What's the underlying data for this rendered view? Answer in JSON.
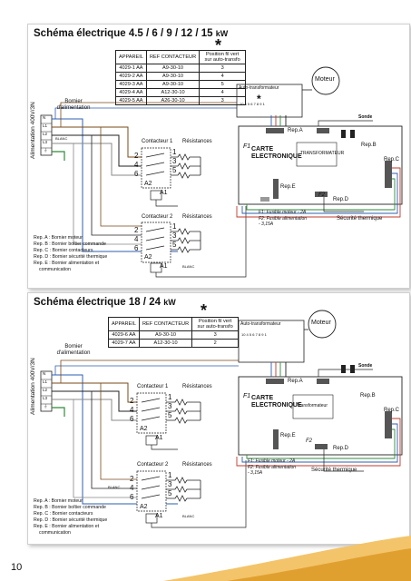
{
  "page_number": "10",
  "colors": {
    "red": "#c0392b",
    "blue": "#2e5fb0",
    "green": "#2f8a3a",
    "brown": "#7a4a1a",
    "gold": "#e0a030",
    "orange": "#f0b040"
  },
  "diagram1": {
    "title": "Schéma électrique 4.5 / 6 / 9 / 12 / 15",
    "title_unit": "kW",
    "star": "*",
    "table_headers": [
      "APPAREIL",
      "REF CONTACTEUR",
      "Position fil vert sur auto-transfo"
    ],
    "table_rows": [
      [
        "4029-1 AA",
        "A9-30-10",
        "3"
      ],
      [
        "4029-2 AA",
        "A9-30-10",
        "4"
      ],
      [
        "4029-3 AA",
        "A9-30-10",
        "5"
      ],
      [
        "4029-4 AA",
        "A12-30-10",
        "4"
      ],
      [
        "4029-5 AA",
        "A26-30-10",
        "3"
      ]
    ],
    "autotransfo_label": "Auto-transformateur",
    "autotransfo_taps": "10 4 5 6 7 8 9 1",
    "moteur": "Moteur",
    "sonde": "Sonde",
    "alim_label": "Alimentation 400V/3N",
    "bornier_label": "Bornier d'alimentation",
    "terminals": [
      "N",
      "L1",
      "L2",
      "L3",
      "⏚"
    ],
    "blanc": "BLANC",
    "contacteur1": "Contacteur 1",
    "contacteur2": "Contacteur 2",
    "resistances": "Résistances",
    "coil_a1": "A1",
    "coil_a2": "A2",
    "pins_left": [
      "2",
      "4",
      "6"
    ],
    "pins_right": [
      "1",
      "3",
      "5"
    ],
    "carte": "CARTE\nELECTRONIQUE",
    "f1": "F1",
    "f2": "F2",
    "rep_a": "Rep.A",
    "rep_b": "Rep.B",
    "rep_c": "Rep.C",
    "rep_d": "Rep.D",
    "rep_e": "Rep.E",
    "transformateur": "TRANSFORMATEUR",
    "fuses": [
      "F1: Fusible moteur - 2A",
      "F2: Fusible alimentation",
      "- 3,15A"
    ],
    "securite": "Sécurité thermique",
    "legend": [
      "Rep. A : Bornier moteur",
      "Rep. B : Bornier boîtier commande",
      "Rep. C : Bornier contacteurs",
      "Rep. D : Bornier sécurité thermique",
      "Rep. E : Bornier alimentation et",
      "communication"
    ]
  },
  "diagram2": {
    "title": "Schéma électrique 18 / 24",
    "title_unit": "kW",
    "star": "*",
    "table_headers": [
      "APPAREIL",
      "REF CONTACTEUR",
      "Position fil vert sur auto-transfo"
    ],
    "table_rows": [
      [
        "4029-6 AA",
        "A9-30-10",
        "3"
      ],
      [
        "4029-7 AA",
        "A12-30-10",
        "2"
      ]
    ],
    "autotransfo_label": "Auto-transformateur",
    "autotransfo_taps": "10 4 5 6 7 8 9 1",
    "moteur": "Moteur",
    "sonde": "Sonde",
    "alim_label": "Alimentation 400V/3N",
    "bornier_label": "Bornier d'alimentation",
    "terminals": [
      "N",
      "L1",
      "L2",
      "L3",
      "⏚"
    ],
    "blanc": "BLANC",
    "contacteur1": "Contacteur 1",
    "contacteur2": "Contacteur 2",
    "resistances": "Résistances",
    "coil_a1": "A1",
    "coil_a2": "A2",
    "pins_left": [
      "2",
      "4",
      "6"
    ],
    "pins_right": [
      "1",
      "3",
      "5"
    ],
    "carte": "CARTE\nELECTRONIQUE",
    "f1": "F1",
    "f2": "F2",
    "rep_a": "Rep.A",
    "rep_b": "Rep.B",
    "rep_c": "Rep.C",
    "rep_d": "Rep.D",
    "rep_e": "Rep.E",
    "transformateur": "Transformateur",
    "fuses": [
      "F1: Fusible moteur - 2A",
      "F2: Fusible alimentation",
      "- 3,15A"
    ],
    "securite": "Sécurité thermique",
    "legend": [
      "Rep. A : Bornier moteur",
      "Rep. B : Bornier boîtier commande",
      "Rep. C : Bornier contacteurs",
      "Rep. D : Bornier sécurité thermique",
      "Rep. E : Bornier alimentation et",
      "communication"
    ]
  }
}
